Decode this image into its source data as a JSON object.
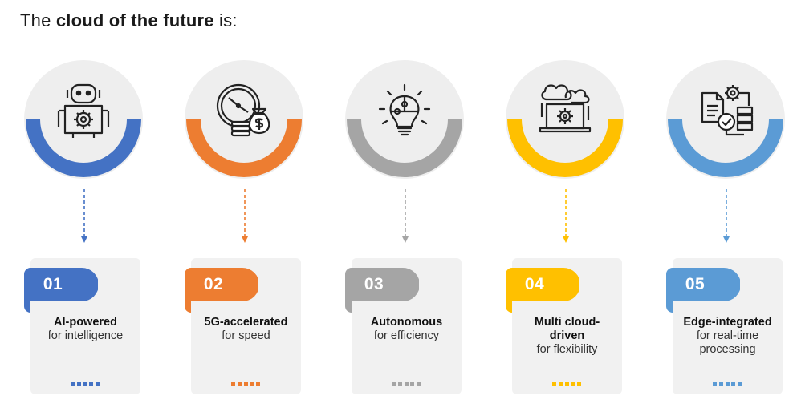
{
  "title": {
    "prefix": "The ",
    "bold": "cloud of the future",
    "suffix": " is:"
  },
  "items": [
    {
      "num": "01",
      "strong": "AI-powered",
      "sub": "for intelligence",
      "color": "#4472c4",
      "icon": "robot-gear-icon"
    },
    {
      "num": "02",
      "strong": "5G-accelerated",
      "sub": "for speed",
      "color": "#ed7d31",
      "icon": "clock-money-bag-icon"
    },
    {
      "num": "03",
      "strong": "Autonomous",
      "sub": "for efficiency",
      "color": "#a5a5a5",
      "icon": "puzzle-lightbulb-icon"
    },
    {
      "num": "04",
      "strong": "Multi cloud-driven",
      "sub": "for flexibility",
      "color": "#ffc000",
      "icon": "cloud-laptop-gear-icon"
    },
    {
      "num": "05",
      "strong": "Edge-integrated",
      "sub": "for real-time processing",
      "color": "#5b9bd5",
      "icon": "document-server-check-icon"
    }
  ]
}
